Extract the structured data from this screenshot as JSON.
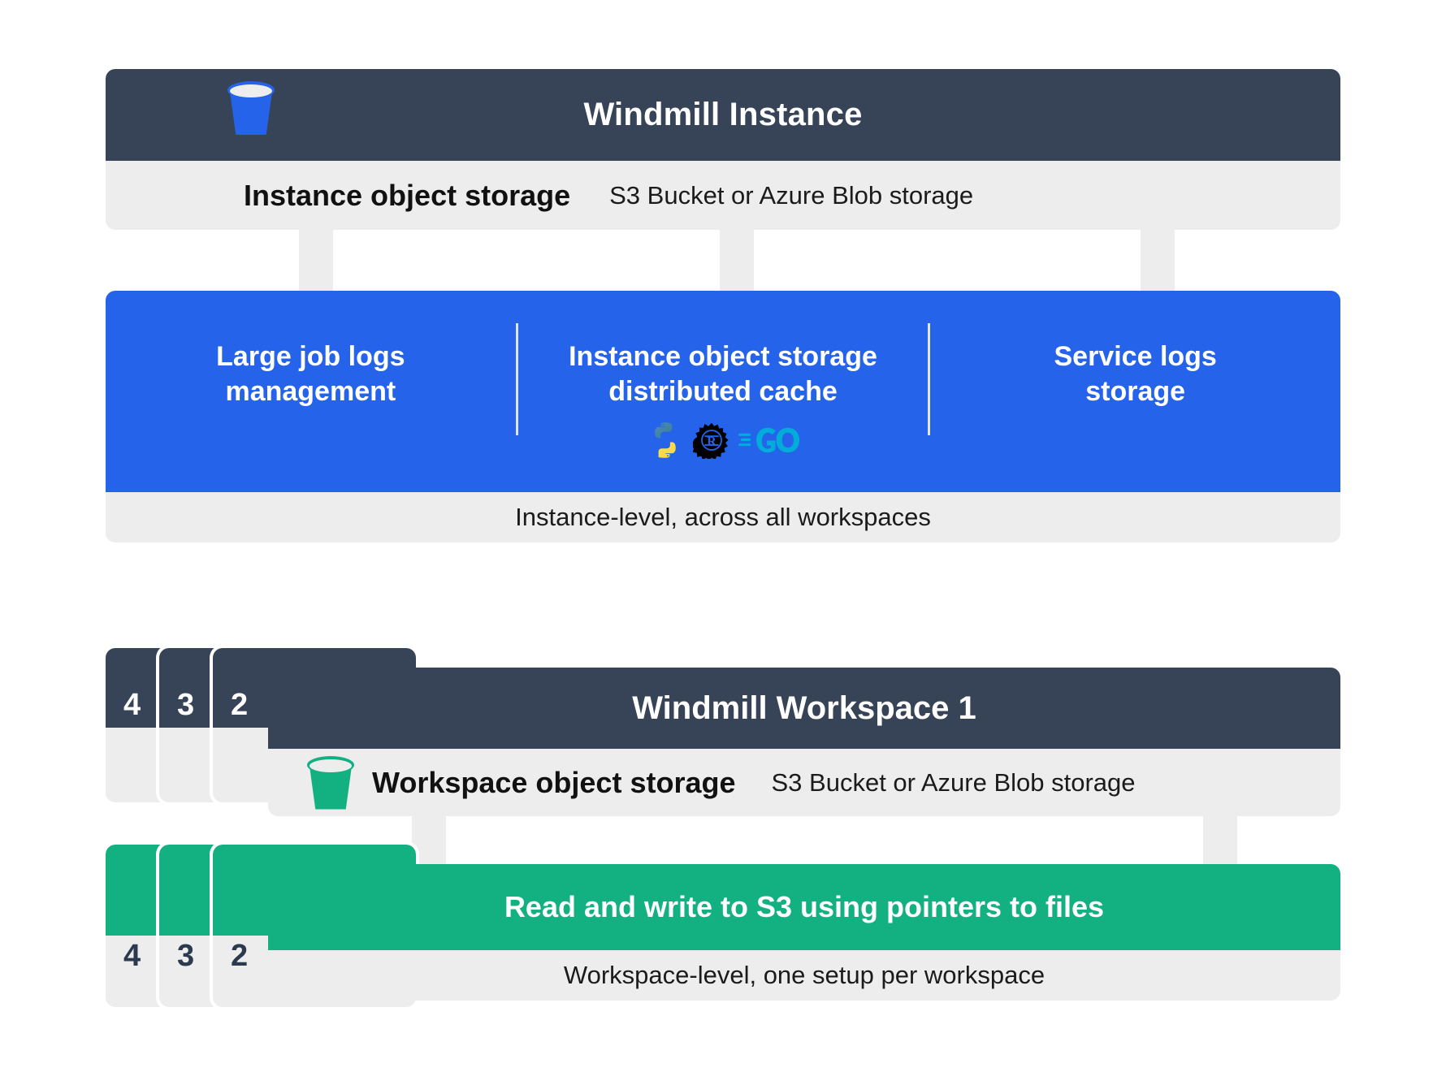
{
  "instance": {
    "title": "Windmill Instance",
    "storage_label": "Instance object storage",
    "storage_sub": "S3 Bucket or Azure Blob storage",
    "bucket_icon": "bucket-icon",
    "bucket_color": "#2563eb",
    "features": [
      {
        "label": "Large job logs\nmanagement",
        "line1": "Large job logs",
        "line2": "management"
      },
      {
        "label": "Instance object storage\ndistributed cache",
        "line1": "Instance object storage",
        "line2": "distributed cache"
      },
      {
        "label": "Service logs\nstorage",
        "line1": "Service logs",
        "line2": "storage"
      }
    ],
    "languages": [
      {
        "name": "python-logo-icon",
        "color": "#366f9b"
      },
      {
        "name": "rust-logo-icon",
        "color": "#000000"
      },
      {
        "name": "go-logo-icon",
        "color": "#00add8"
      }
    ],
    "footer": "Instance-level, across all workspaces",
    "accent_color": "#2563eb",
    "header_color": "#374457"
  },
  "workspace": {
    "title": "Windmill Workspace 1",
    "storage_label": "Workspace object storage",
    "storage_sub": "S3 Bucket or Azure Blob storage",
    "bucket_icon": "bucket-icon",
    "bucket_color": "#13b181",
    "stack_numbers": [
      "4",
      "3",
      "2"
    ],
    "banner": "Read and write to S3 using pointers to files",
    "footer": "Workspace-level, one setup per workspace",
    "accent_color": "#13b181",
    "header_color": "#374457"
  }
}
